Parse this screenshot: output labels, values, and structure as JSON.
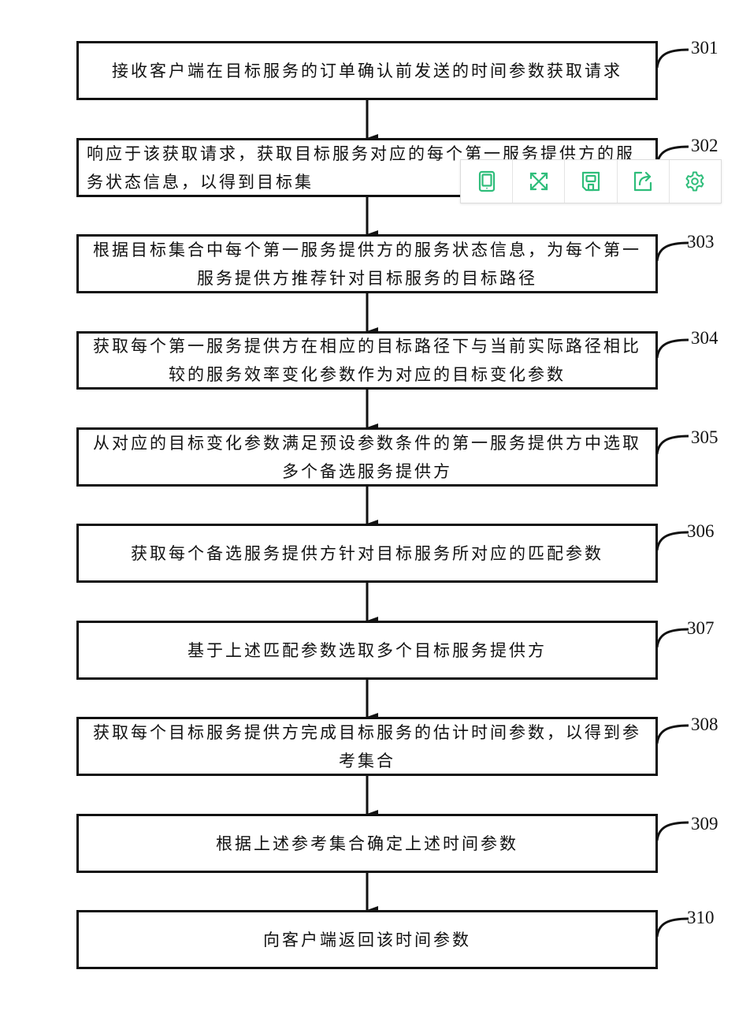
{
  "flowchart": {
    "steps": [
      {
        "id": "301",
        "text": "接收客户端在目标服务的订单确认前发送的时间参数获取请求"
      },
      {
        "id": "302",
        "text": "响应于该获取请求，获取目标服务对应的每个第一服务提供方的服\n务状态信息，以得到目标集"
      },
      {
        "id": "303",
        "text": "根据目标集合中每个第一服务提供方的服务状态信息，为每个第一\n服务提供方推荐针对目标服务的目标路径"
      },
      {
        "id": "304",
        "text": "获取每个第一服务提供方在相应的目标路径下与当前实际路径相比\n较的服务效率变化参数作为对应的目标变化参数"
      },
      {
        "id": "305",
        "text": "从对应的目标变化参数满足预设参数条件的第一服务提供方中选取\n多个备选服务提供方"
      },
      {
        "id": "306",
        "text": "获取每个备选服务提供方针对目标服务所对应的匹配参数"
      },
      {
        "id": "307",
        "text": "基于上述匹配参数选取多个目标服务提供方"
      },
      {
        "id": "308",
        "text": "获取每个目标服务提供方完成目标服务的估计时间参数，以得到参\n考集合"
      },
      {
        "id": "309",
        "text": "根据上述参考集合确定上述时间参数"
      },
      {
        "id": "310",
        "text": "向客户端返回该时间参数"
      }
    ]
  },
  "toolbar": {
    "accent_color": "#2ebd7a",
    "buttons": [
      {
        "name": "tablet-view",
        "icon": "tablet-icon"
      },
      {
        "name": "fullscreen",
        "icon": "expand-arrows-icon"
      },
      {
        "name": "save",
        "icon": "floppy-disk-icon"
      },
      {
        "name": "share",
        "icon": "share-arrow-icon"
      },
      {
        "name": "settings",
        "icon": "gear-icon"
      }
    ]
  }
}
